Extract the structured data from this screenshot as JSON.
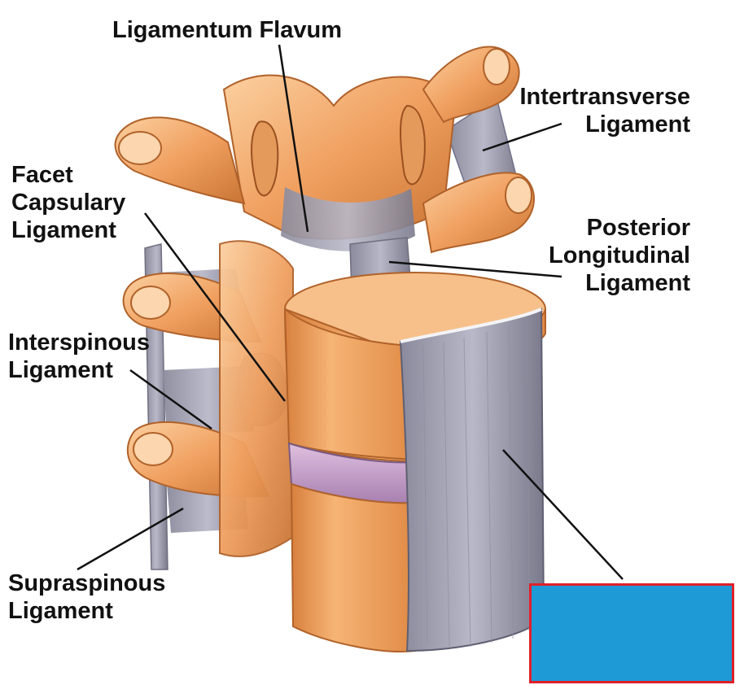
{
  "labels": {
    "ligamentum_flavum": "Ligamentum Flavum",
    "intertransverse": [
      "Intertransverse",
      "Ligament"
    ],
    "facet_capsular": [
      "Facet",
      "Capsulary",
      "Ligament"
    ],
    "posterior_longitudinal": [
      "Posterior",
      "Longitudinal",
      "Ligament"
    ],
    "interspinous": [
      "Interspinous",
      "Ligament"
    ],
    "supraspinous": [
      "Supraspinous",
      "Ligament"
    ]
  },
  "colors": {
    "bone": "#f0a060",
    "bone_shade": "#d8803e",
    "bone_highlight": "#fbd0a0",
    "ligament": "#a9a9ba",
    "ligament_dark": "#7f7f92",
    "disc": "#c8a0c8",
    "cover_fill": "#1e9ad6",
    "cover_border": "#e0202a",
    "leader": "#111111"
  },
  "cover_box": {
    "description_hidden": true
  }
}
